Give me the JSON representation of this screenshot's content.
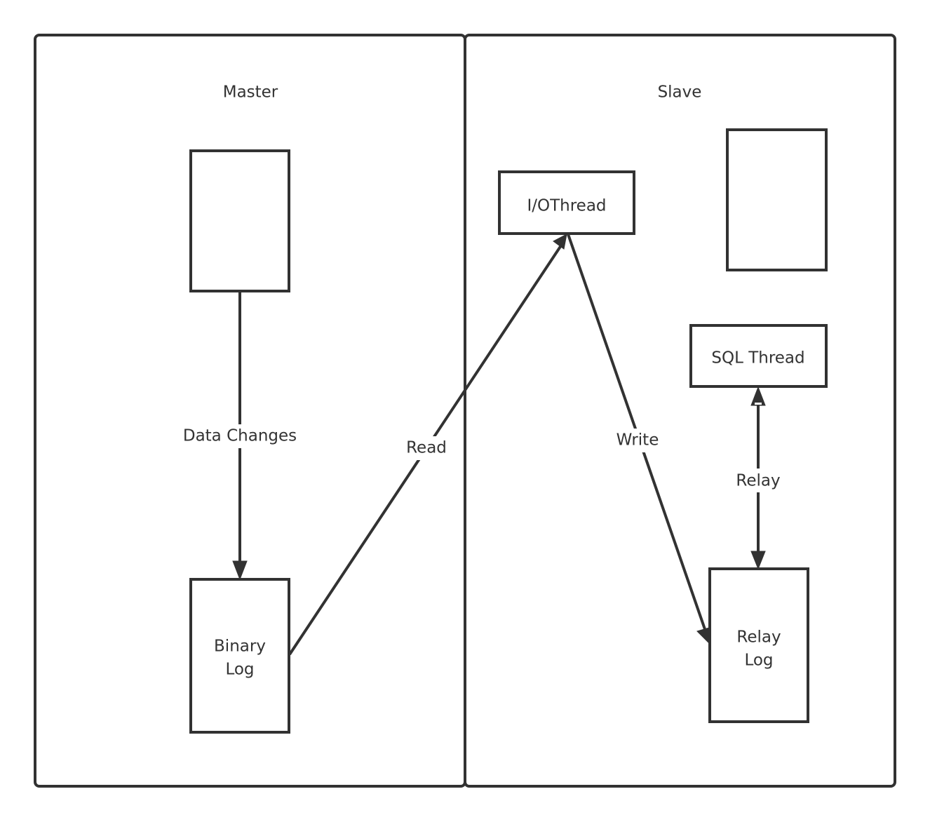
{
  "diagram": {
    "type": "mysql-replication-flow",
    "colors": {
      "stroke": "#323232",
      "text": "#333333",
      "background": "#ffffff"
    },
    "containers": [
      {
        "id": "master",
        "label": "Master"
      },
      {
        "id": "slave",
        "label": "Slave"
      }
    ],
    "nodes": [
      {
        "id": "master-source",
        "lines": [],
        "container": "master"
      },
      {
        "id": "binary-log",
        "lines": [
          "Binary",
          "Log"
        ],
        "container": "master"
      },
      {
        "id": "io-thread",
        "lines": [
          "I/OThread"
        ],
        "container": "slave"
      },
      {
        "id": "slave-data",
        "lines": [],
        "container": "slave"
      },
      {
        "id": "sql-thread",
        "lines": [
          "SQL Thread"
        ],
        "container": "slave"
      },
      {
        "id": "relay-log",
        "lines": [
          "Relay",
          "Log"
        ],
        "container": "slave"
      }
    ],
    "edges": [
      {
        "id": "data-changes",
        "from": "master-source",
        "to": "binary-log",
        "label": "Data Changes",
        "arrow": "end"
      },
      {
        "id": "read",
        "from": "binary-log",
        "to": "io-thread",
        "label": "Read",
        "arrow": "end"
      },
      {
        "id": "write",
        "from": "io-thread",
        "to": "relay-log",
        "label": "Write",
        "arrow": "end"
      },
      {
        "id": "relay",
        "from": "sql-thread",
        "to": "relay-log",
        "label": "Relay",
        "arrow": "both"
      }
    ]
  }
}
